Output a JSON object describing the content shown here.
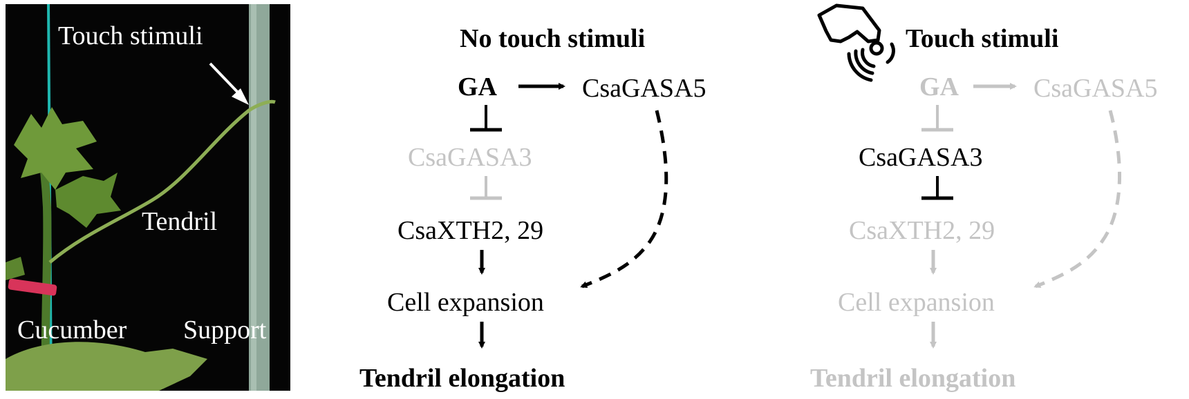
{
  "photo": {
    "label_touch": "Touch stimuli",
    "label_tendril": "Tendril",
    "label_cucumber": "Cucumber",
    "label_support": "Support"
  },
  "panel_no_touch": {
    "title": "No touch stimuli",
    "ga": "GA",
    "gasa5": "CsaGASA5",
    "gasa3": "CsaGASA3",
    "xth": "CsaXTH2, 29",
    "cell": "Cell expansion",
    "tendril": "Tendril elongation"
  },
  "panel_touch": {
    "title": "Touch stimuli",
    "ga": "GA",
    "gasa5": "CsaGASA5",
    "gasa3": "CsaGASA3",
    "xth": "CsaXTH2, 29",
    "cell": "Cell expansion",
    "tendril": "Tendril elongation"
  },
  "colors": {
    "active": "#000000",
    "inactive": "#c4c4c4",
    "photo_bg": "#050505",
    "plant_green": "#6f9a3a",
    "support_gray": "#8fa89a",
    "string_cyan": "#1fb8b0",
    "clip_red": "#d8345a"
  },
  "icons": {
    "touch": "hand-touch-icon"
  }
}
